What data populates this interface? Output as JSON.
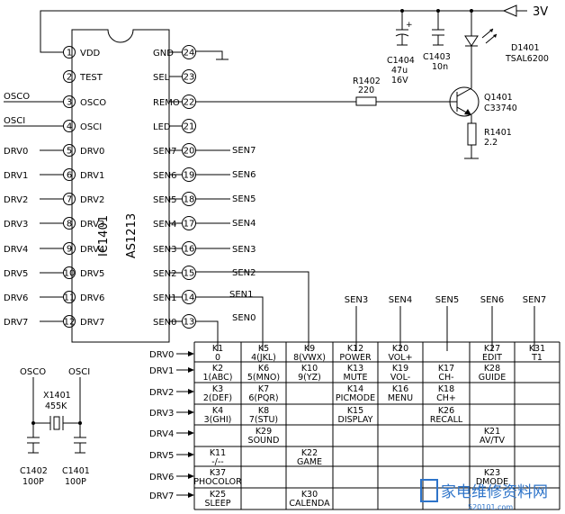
{
  "ic": {
    "ref": "IC1401",
    "part": "AS1213",
    "pins_left": [
      {
        "num": "1",
        "name": "VDD"
      },
      {
        "num": "2",
        "name": "TEST"
      },
      {
        "num": "3",
        "name": "OSCO"
      },
      {
        "num": "4",
        "name": "OSCI"
      },
      {
        "num": "5",
        "name": "DRV0"
      },
      {
        "num": "6",
        "name": "DRV1"
      },
      {
        "num": "7",
        "name": "DRV2"
      },
      {
        "num": "8",
        "name": "DRV3"
      },
      {
        "num": "9",
        "name": "DRV4"
      },
      {
        "num": "10",
        "name": "DRV5"
      },
      {
        "num": "11",
        "name": "DRV6"
      },
      {
        "num": "12",
        "name": "DRV7"
      }
    ],
    "pins_right": [
      {
        "num": "24",
        "name": "GND"
      },
      {
        "num": "23",
        "name": "SEL"
      },
      {
        "num": "22",
        "name": "REMO"
      },
      {
        "num": "21",
        "name": "LED"
      },
      {
        "num": "20",
        "name": "SEN7"
      },
      {
        "num": "19",
        "name": "SEN6"
      },
      {
        "num": "18",
        "name": "SEN5"
      },
      {
        "num": "17",
        "name": "SEN4"
      },
      {
        "num": "16",
        "name": "SEN3"
      },
      {
        "num": "15",
        "name": "SEN2"
      },
      {
        "num": "14",
        "name": "SEN1"
      },
      {
        "num": "13",
        "name": "SEN0"
      }
    ]
  },
  "left_nets": [
    "OSCO",
    "OSCI",
    "DRV0",
    "DRV1",
    "DRV2",
    "DRV3",
    "DRV4",
    "DRV5",
    "DRV6",
    "DRV7"
  ],
  "right_nets": [
    "SEN7",
    "SEN6",
    "SEN5",
    "SEN4",
    "SEN3",
    "SEN2",
    "SEN1",
    "SEN0"
  ],
  "supply": "3V",
  "components": {
    "c1404": {
      "ref": "C1404",
      "value": "47u",
      "voltage": "16V"
    },
    "c1403": {
      "ref": "C1403",
      "value": "10n"
    },
    "d1401": {
      "ref": "D1401",
      "part": "TSAL6200"
    },
    "r1402": {
      "ref": "R1402",
      "value": "220"
    },
    "q1401": {
      "ref": "Q1401",
      "part": "C33740"
    },
    "r1401": {
      "ref": "R1401",
      "value": "2.2"
    },
    "x1401": {
      "ref": "X1401",
      "value": "455K"
    },
    "c1402": {
      "ref": "C1402",
      "value": "100P"
    },
    "c1401": {
      "ref": "C1401",
      "value": "100P"
    }
  },
  "osc_labels": [
    "OSCO",
    "OSCI"
  ],
  "matrix": {
    "sen_headers": [
      "SEN3",
      "SEN4",
      "SEN5",
      "SEN6",
      "SEN7"
    ],
    "drv_labels": [
      "DRV0",
      "DRV1",
      "DRV2",
      "DRV3",
      "DRV4",
      "DRV5",
      "DRV6",
      "DRV7"
    ],
    "rows": [
      [
        [
          "K1",
          "0"
        ],
        [
          "K5",
          "4(JKL)"
        ],
        [
          "K9",
          "8(VWX)"
        ],
        [
          "K12",
          "POWER"
        ],
        [
          "K20",
          "VOL+"
        ],
        [
          "",
          ""
        ],
        [
          "K27",
          "EDIT"
        ],
        [
          "K31",
          "T1"
        ]
      ],
      [
        [
          "K2",
          "1(ABC)"
        ],
        [
          "K6",
          "5(MNO)"
        ],
        [
          "K10",
          "9(YZ)"
        ],
        [
          "K13",
          "MUTE"
        ],
        [
          "K19",
          "VOL-"
        ],
        [
          "K17",
          "CH-"
        ],
        [
          "K28",
          "GUIDE"
        ],
        [
          "",
          ""
        ]
      ],
      [
        [
          "K3",
          "2(DEF)"
        ],
        [
          "K7",
          "6(PQR)"
        ],
        [
          "",
          ""
        ],
        [
          "K14",
          "PICMODE"
        ],
        [
          "K16",
          "MENU"
        ],
        [
          "K18",
          "CH+"
        ],
        [
          "",
          ""
        ],
        [
          "",
          ""
        ]
      ],
      [
        [
          "K4",
          "3(GHI)"
        ],
        [
          "K8",
          "7(STU)"
        ],
        [
          "",
          ""
        ],
        [
          "K15",
          "DISPLAY"
        ],
        [
          "",
          ""
        ],
        [
          "K26",
          "RECALL"
        ],
        [
          "",
          ""
        ],
        [
          "",
          ""
        ]
      ],
      [
        [
          "",
          ""
        ],
        [
          "K29",
          "SOUND"
        ],
        [
          "",
          ""
        ],
        [
          "",
          ""
        ],
        [
          "",
          ""
        ],
        [
          "",
          ""
        ],
        [
          "K21",
          "AV/TV"
        ],
        [
          "",
          ""
        ]
      ],
      [
        [
          "K11",
          "-/--"
        ],
        [
          "",
          ""
        ],
        [
          "K22",
          "GAME"
        ],
        [
          "",
          ""
        ],
        [
          "",
          ""
        ],
        [
          "",
          ""
        ],
        [
          "",
          ""
        ],
        [
          "",
          ""
        ]
      ],
      [
        [
          "K37",
          "PHOCOLOR"
        ],
        [
          "",
          ""
        ],
        [
          "",
          ""
        ],
        [
          "",
          ""
        ],
        [
          "",
          ""
        ],
        [
          "",
          ""
        ],
        [
          "K23",
          "DMODE"
        ],
        [
          "",
          ""
        ]
      ],
      [
        [
          "K25",
          "SLEEP"
        ],
        [
          "",
          ""
        ],
        [
          "K30",
          "CALENDA"
        ],
        [
          "",
          ""
        ],
        [
          "",
          ""
        ],
        [
          "",
          ""
        ],
        [
          "",
          ""
        ],
        [
          "",
          ""
        ]
      ]
    ]
  },
  "watermark": {
    "main": "家电维修资料网",
    "sub": "520101.com"
  }
}
